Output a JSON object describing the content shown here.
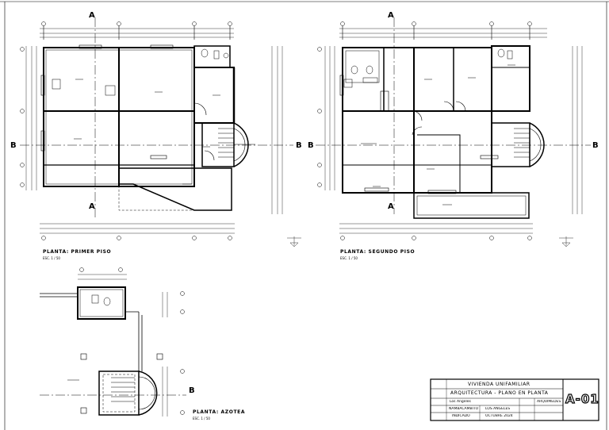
{
  "plans": {
    "first_floor": {
      "title": "PLANTA: PRIMER PISO",
      "scale": "ESC. 1 / 50"
    },
    "second_floor": {
      "title": "PLANTA: SEGUNDO PISO",
      "scale": "ESC. 1 / 50"
    },
    "roof": {
      "title": "PLANTA: AZOTEA",
      "scale": "ESC. 1 / 50"
    }
  },
  "section_marks": {
    "a": "A",
    "b": "B"
  },
  "title_block": {
    "project": "VIVIENDA UNIFAMILIAR",
    "sheet_subject": "ARQUITECTURA - PLANO EN PLANTA",
    "location": "Los Ángeles",
    "district": "NAMBACAMBITO",
    "city": "LOS ANGELES",
    "format": "INDICADO",
    "date": "OCTUBRE 2024",
    "reference": "ARQUIMEDES",
    "sheet_code": "A-01"
  }
}
